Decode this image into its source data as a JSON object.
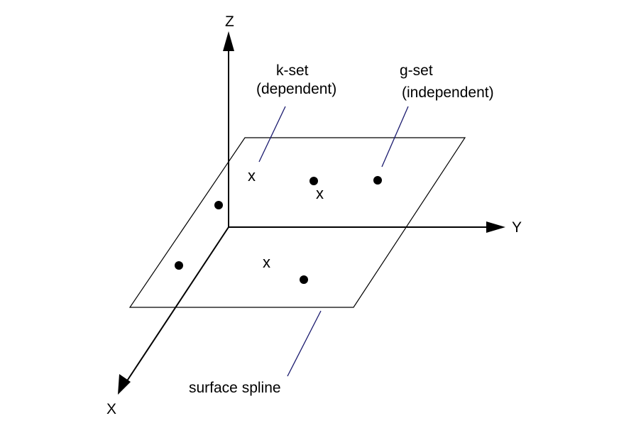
{
  "axes": {
    "z_label": "Z",
    "y_label": "Y",
    "x_label": "X"
  },
  "annotations": {
    "kset_line1": "k-set",
    "kset_line2": "(dependent)",
    "gset_line1": "g-set",
    "gset_line2": "(independent)",
    "surface": "surface spline"
  },
  "markers": {
    "k_symbol": "x"
  },
  "colors": {
    "ink": "#000000",
    "leader": "#1a1a6e",
    "background": "#ffffff"
  }
}
